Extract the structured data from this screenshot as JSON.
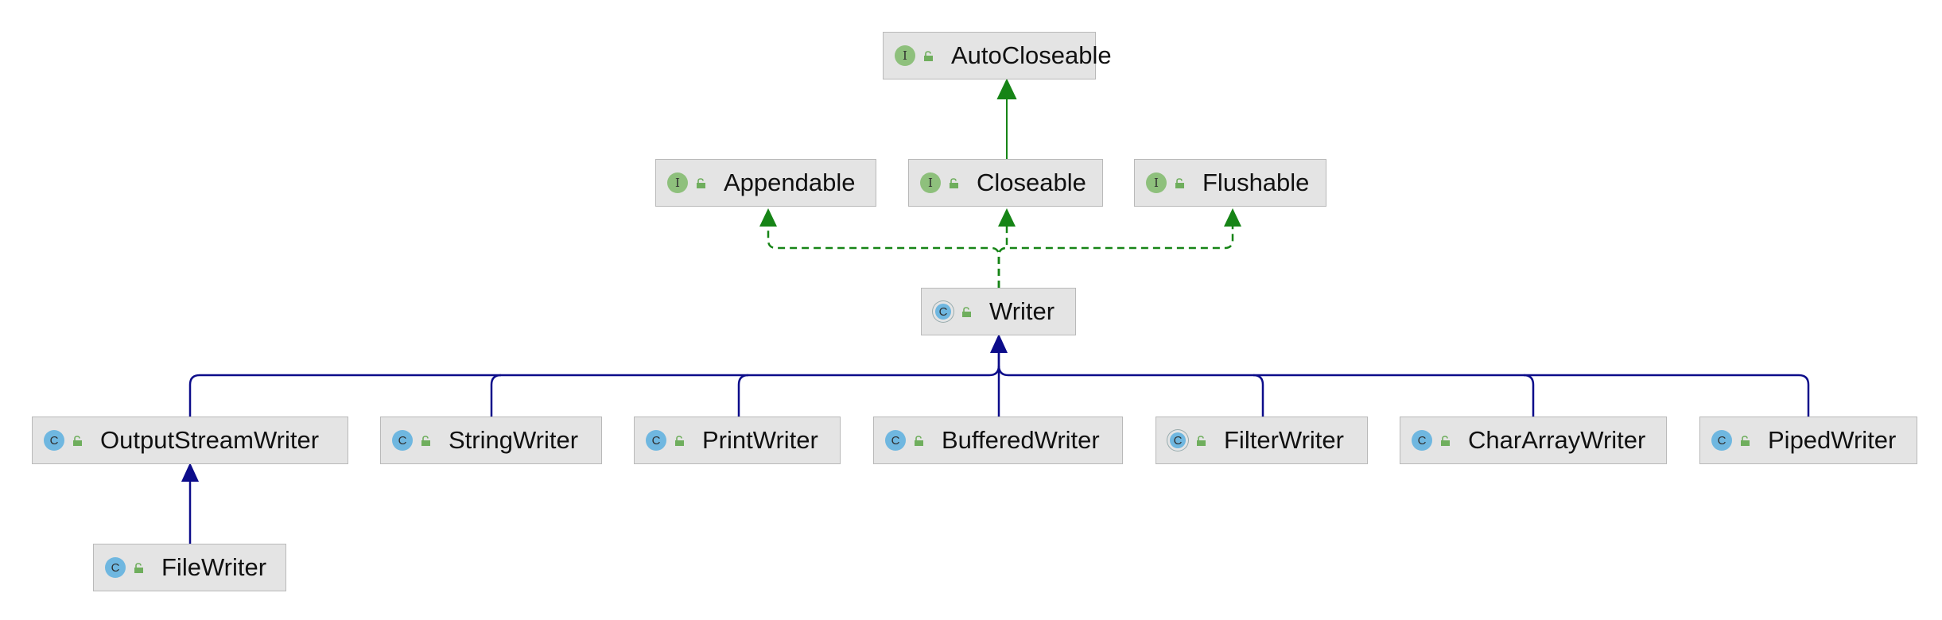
{
  "colors": {
    "interface_edge": "#168416",
    "extends_edge": "#0c0c8a",
    "node_fill": "#e4e4e4",
    "node_border": "#b9b9b9",
    "interface_badge": "#8ec07c",
    "class_badge": "#6fb7e0"
  },
  "nodes": [
    {
      "id": "autocloseable",
      "label": "AutoCloseable",
      "badge": "I",
      "kind": "interface"
    },
    {
      "id": "appendable",
      "label": "Appendable",
      "badge": "I",
      "kind": "interface"
    },
    {
      "id": "closeable",
      "label": "Closeable",
      "badge": "I",
      "kind": "interface"
    },
    {
      "id": "flushable",
      "label": "Flushable",
      "badge": "I",
      "kind": "interface"
    },
    {
      "id": "writer",
      "label": "Writer",
      "badge": "C",
      "kind": "abstract-class"
    },
    {
      "id": "outputstreamwriter",
      "label": "OutputStreamWriter",
      "badge": "C",
      "kind": "class"
    },
    {
      "id": "stringwriter",
      "label": "StringWriter",
      "badge": "C",
      "kind": "class"
    },
    {
      "id": "printwriter",
      "label": "PrintWriter",
      "badge": "C",
      "kind": "class"
    },
    {
      "id": "bufferedwriter",
      "label": "BufferedWriter",
      "badge": "C",
      "kind": "class"
    },
    {
      "id": "filterwriter",
      "label": "FilterWriter",
      "badge": "C",
      "kind": "abstract-class"
    },
    {
      "id": "chararraywriter",
      "label": "CharArrayWriter",
      "badge": "C",
      "kind": "class"
    },
    {
      "id": "pipedwriter",
      "label": "PipedWriter",
      "badge": "C",
      "kind": "class"
    },
    {
      "id": "filewriter",
      "label": "FileWriter",
      "badge": "C",
      "kind": "class"
    }
  ],
  "edges": [
    {
      "from": "closeable",
      "to": "autocloseable",
      "type": "extends-interface"
    },
    {
      "from": "writer",
      "to": "appendable",
      "type": "implements"
    },
    {
      "from": "writer",
      "to": "closeable",
      "type": "implements"
    },
    {
      "from": "writer",
      "to": "flushable",
      "type": "implements"
    },
    {
      "from": "outputstreamwriter",
      "to": "writer",
      "type": "extends"
    },
    {
      "from": "stringwriter",
      "to": "writer",
      "type": "extends"
    },
    {
      "from": "printwriter",
      "to": "writer",
      "type": "extends"
    },
    {
      "from": "bufferedwriter",
      "to": "writer",
      "type": "extends"
    },
    {
      "from": "filterwriter",
      "to": "writer",
      "type": "extends"
    },
    {
      "from": "chararraywriter",
      "to": "writer",
      "type": "extends"
    },
    {
      "from": "pipedwriter",
      "to": "writer",
      "type": "extends"
    },
    {
      "from": "filewriter",
      "to": "outputstreamwriter",
      "type": "extends"
    }
  ]
}
